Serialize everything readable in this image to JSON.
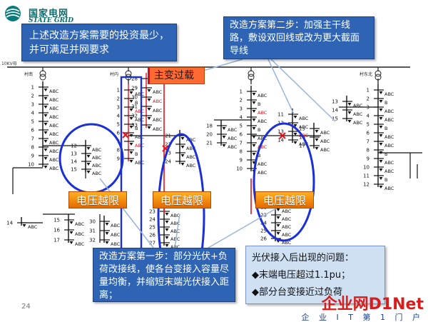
{
  "header": {
    "logo_cn": "国家电网",
    "logo_en": "STATE GRID"
  },
  "bus_label": "10KV母",
  "village_labels": [
    "村南",
    "村内",
    "村东北"
  ],
  "callouts": {
    "investment": "上述改造方案需要的投资最少，并可满足并网要求",
    "step2": "改造方案第二步：加强主干线路，敷设双回线或改为更大截面导线",
    "step1": "改造方案第一步：部分光伏+负荷改接线，使各台变接入容量尽量均衡，并缩短末端光伏接入距离；",
    "problems_title": "光伏接入后出现的问题：",
    "problems": [
      "◆末端电压超过1.1pu；",
      "◆部分台变接近过负荷"
    ]
  },
  "labels": {
    "overload": "主变过载",
    "voltage_over": "电压越限"
  },
  "page_number": "24",
  "watermark": {
    "brand": "企业网D1Net",
    "slogan": "企 业 I T 第 1 门 户"
  },
  "colors": {
    "callout_blue": "#2f64b4",
    "callout_light": "#cfe0f3",
    "line_red": "#e8101a",
    "line_blue": "#1a2fd8",
    "voltage_badge": "#f28a0b"
  },
  "icons": [
    "transformer-icon",
    "fault-x-icon",
    "state-grid-logo-icon"
  ],
  "feeder_labels": {
    "abc": "ABC",
    "phase": [
      "A",
      "B",
      "C"
    ],
    "feeder1_nodes": [
      "1",
      "2",
      "3",
      "4",
      "5",
      "6",
      "7",
      "8",
      "9",
      "10",
      "11",
      "12",
      "13",
      "14",
      "15",
      "16",
      "17",
      "18"
    ],
    "feeder2_nodes": [
      "1",
      "2",
      "3",
      "4",
      "5",
      "6",
      "7",
      "8",
      "9",
      "12",
      "13",
      "16",
      "20",
      "21",
      "22",
      "23",
      "24",
      "25",
      "26",
      "27",
      "28",
      "29",
      "30",
      "31",
      "32",
      "33"
    ],
    "feeder3_nodes": [
      "1",
      "2",
      "3",
      "4",
      "5",
      "6",
      "7",
      "8",
      "9",
      "10",
      "11",
      "12",
      "13",
      "14",
      "15",
      "16",
      "17",
      "18",
      "20",
      "21",
      "22",
      "23",
      "24",
      "25",
      "26",
      "27",
      "28",
      "29",
      "30",
      "31",
      "32",
      "33"
    ],
    "feeder4_nodes": [
      "1",
      "2",
      "3",
      "4",
      "5",
      "6",
      "7",
      "8",
      "9",
      "10",
      "11",
      "12",
      "13",
      "14",
      "15"
    ]
  }
}
